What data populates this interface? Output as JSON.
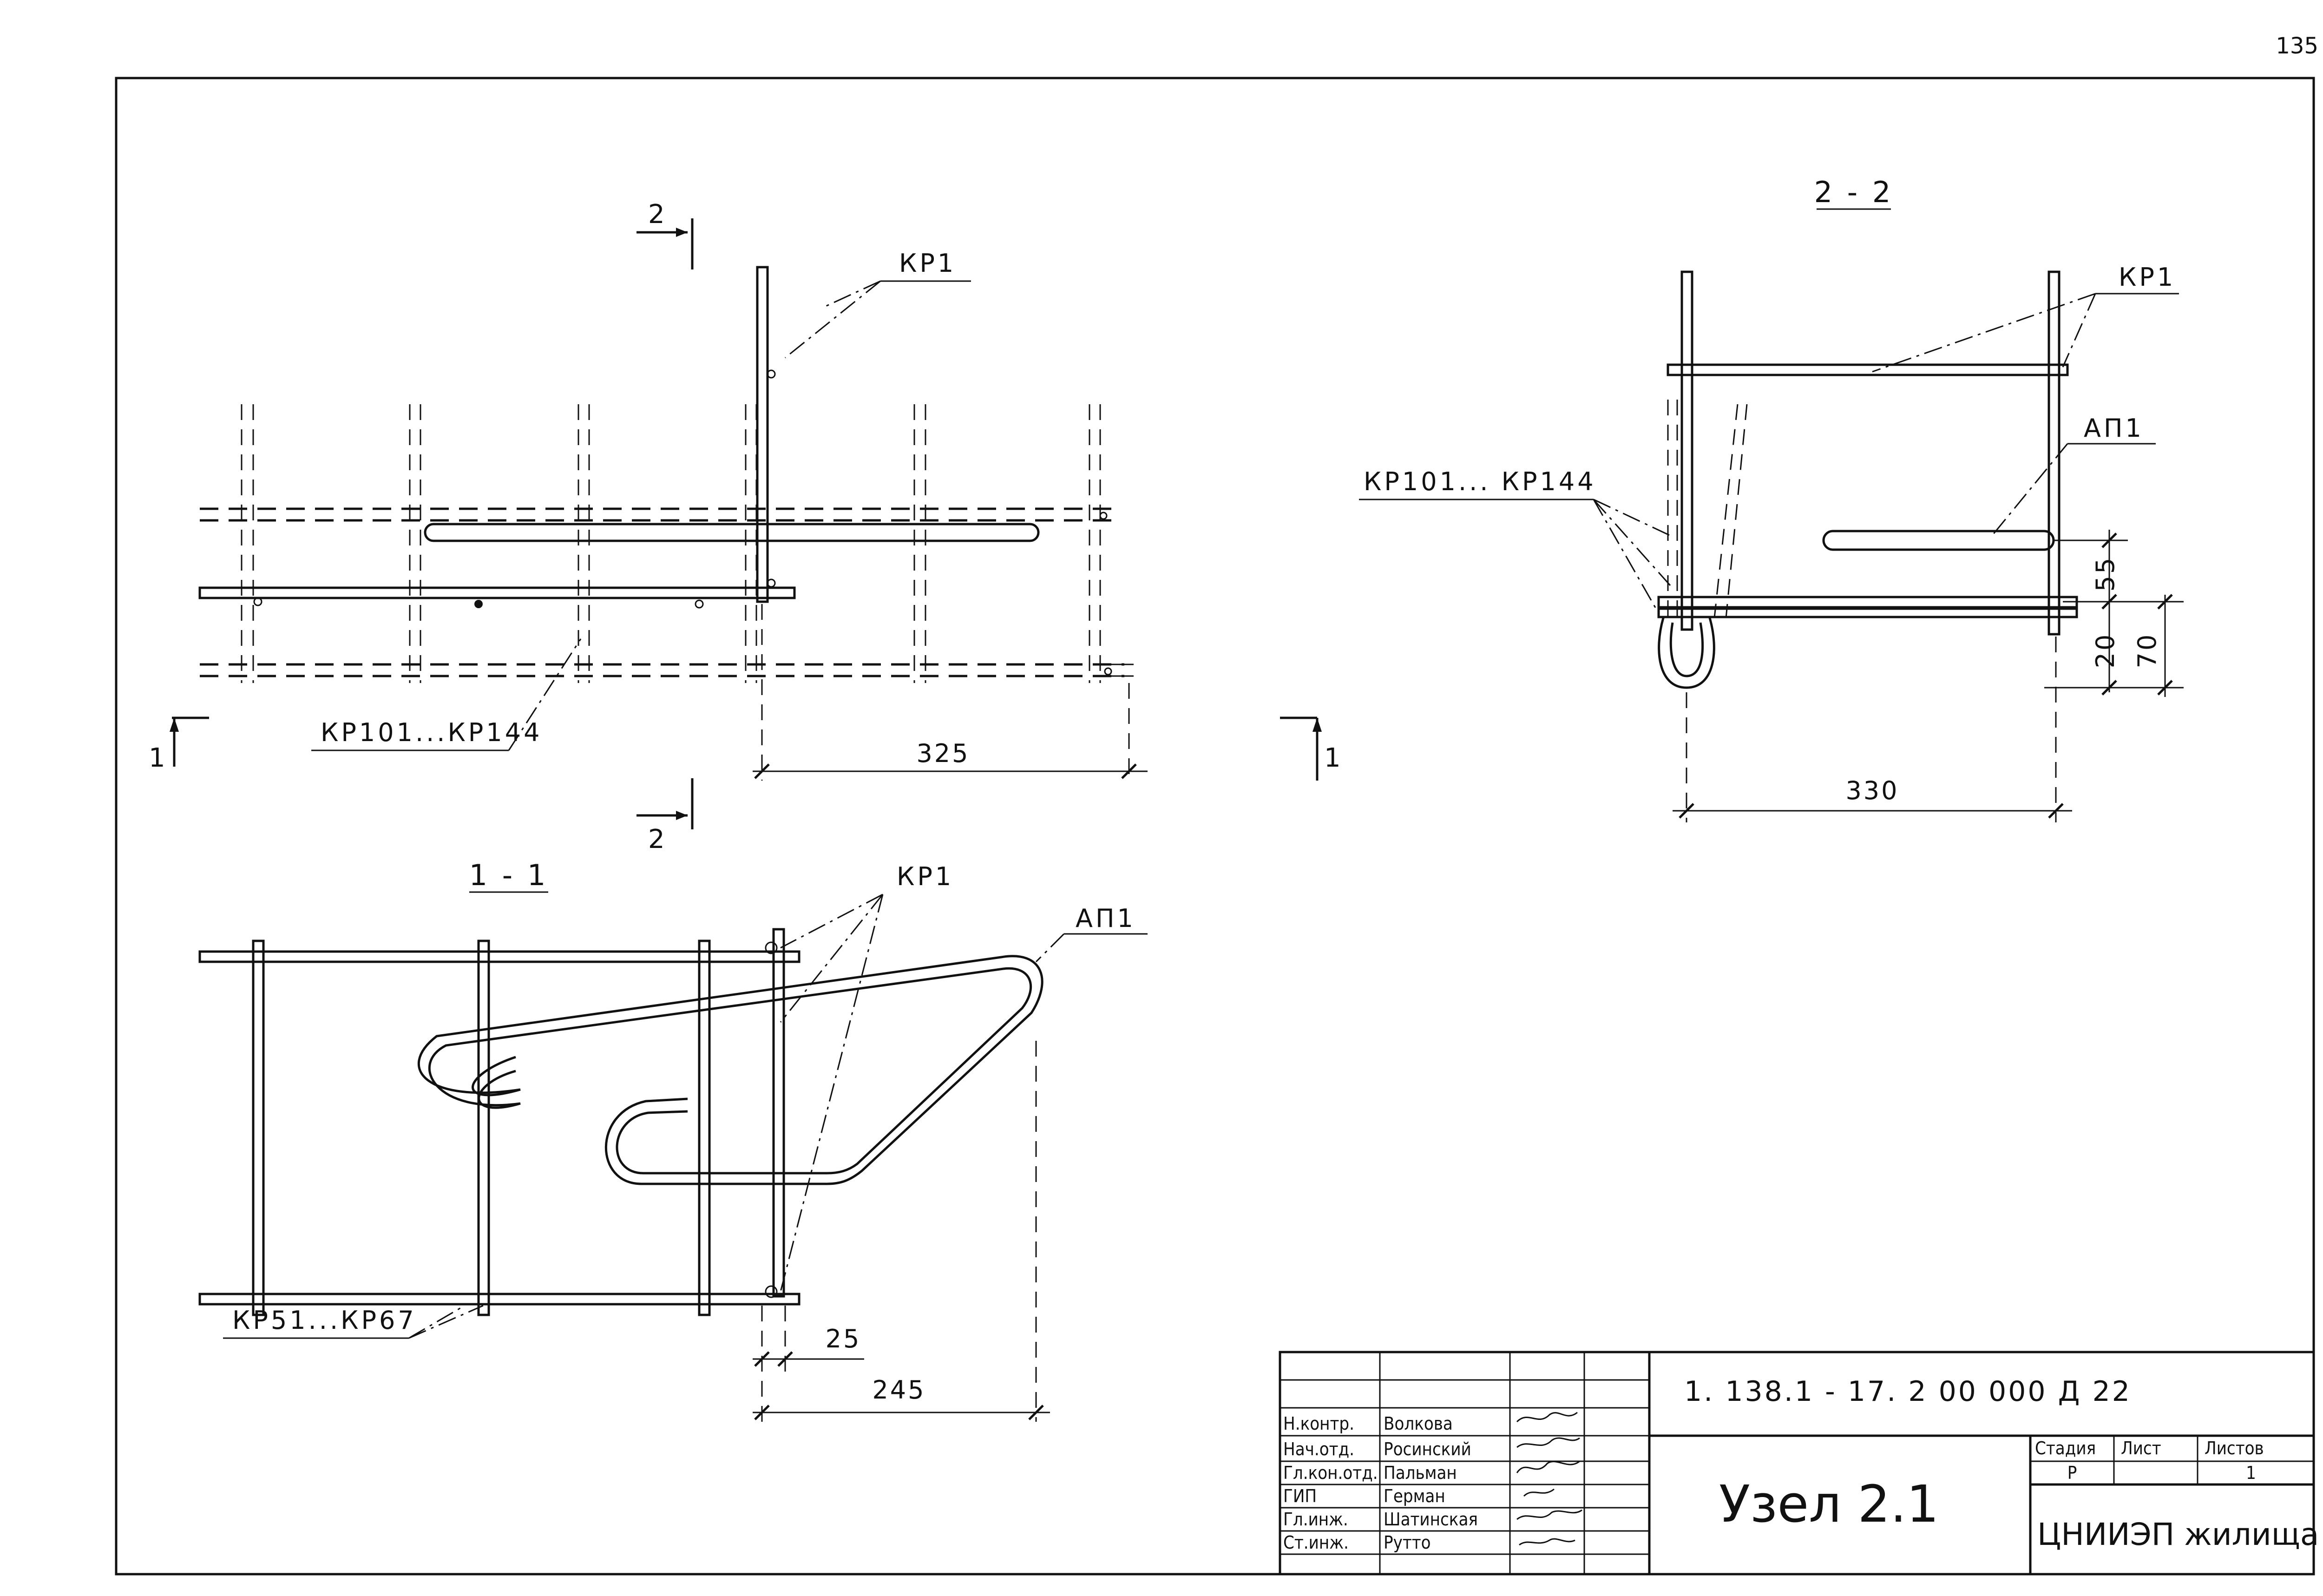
{
  "page_number": "135",
  "sections": {
    "plan": {
      "cut_2_top": "2",
      "cut_2_bottom": "2",
      "cut_1_left": "1",
      "cut_1_right": "1",
      "label_kp1": "КР1",
      "label_kp101": "КР101...КР144",
      "dim_325": "325"
    },
    "section_1_1": {
      "title": "1 - 1",
      "label_kp1": "КР1",
      "label_ap1": "АП1",
      "label_kp51": "КР51...КР67",
      "dim_25": "25",
      "dim_245": "245"
    },
    "section_2_2": {
      "title": "2 - 2",
      "label_kp1": "КР1",
      "label_ap1": "АП1",
      "label_kp101": "КР101... КР144",
      "dim_55": "55",
      "dim_20": "20",
      "dim_70": "70",
      "dim_330": "330"
    }
  },
  "title_block": {
    "document_code": "1. 138.1 - 17. 2   00  000 Д 22",
    "drawing_title": "Узел 2.1",
    "stage_header": "Стадия",
    "sheet_header": "Лист",
    "sheets_header": "Листов",
    "stage_value": "Р",
    "sheets_value": "1",
    "organization": "ЦНИИЭП жилища",
    "roles": [
      {
        "role": "Н.контр.",
        "name": "Волкова"
      },
      {
        "role": "Нач.отд.",
        "name": "Росинский"
      },
      {
        "role": "Гл.кон.отд.",
        "name": "Пальман"
      },
      {
        "role": "ГИП",
        "name": "Герман"
      },
      {
        "role": "Гл.инж.",
        "name": "Шатинская"
      },
      {
        "role": "Ст.инж.",
        "name": "Рутто"
      }
    ]
  }
}
